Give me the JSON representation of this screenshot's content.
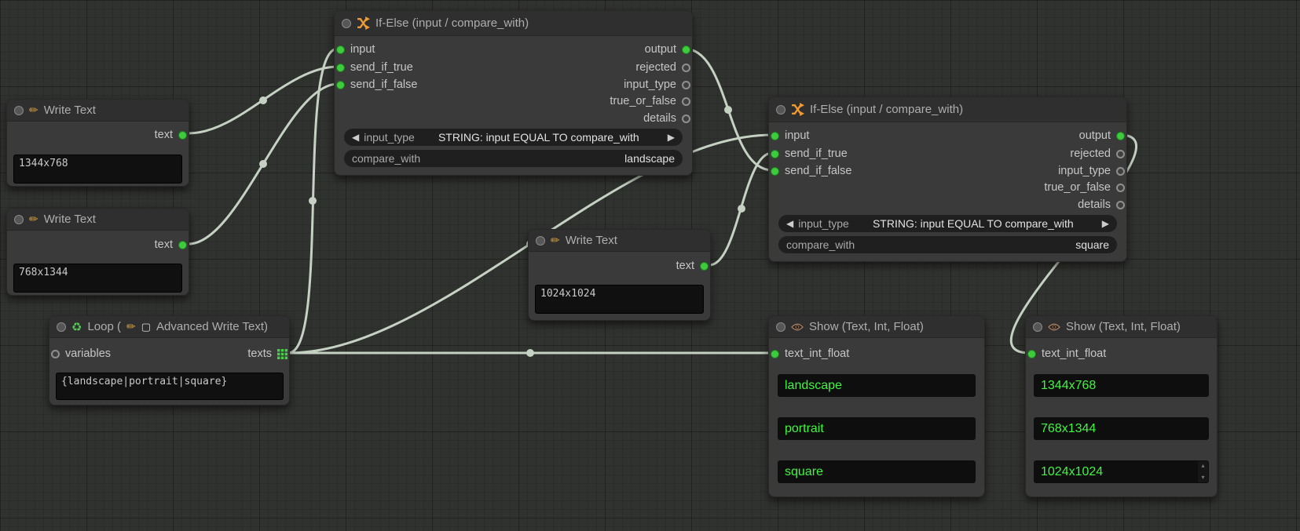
{
  "ui": {
    "combo_prev": "◀",
    "combo_next": "▶",
    "spin_up": "▴",
    "spin_down": "▾",
    "pencil_icon": "✏",
    "recycle_icon": "♻",
    "square_icon": "▢"
  },
  "colors": {
    "link": "#c5d1c2",
    "slot_connected": "#3ecb3e",
    "show_text_green": "#41f541",
    "shuffle_orange": "#ef9b33",
    "node_bg": "#3a3a3a",
    "canvas_bg": "#30322f"
  },
  "nodes": {
    "write1": {
      "title": "Write Text",
      "output": "text",
      "value": "1344x768"
    },
    "write2": {
      "title": "Write Text",
      "output": "text",
      "value": "768x1344"
    },
    "write3": {
      "title": "Write Text",
      "output": "text",
      "value": "1024x1024"
    },
    "if1": {
      "title": "If-Else (input / compare_with)",
      "inputs": [
        "input",
        "send_if_true",
        "send_if_false"
      ],
      "outputs": [
        "output",
        "rejected",
        "input_type",
        "true_or_false",
        "details"
      ],
      "combo": {
        "label": "input_type",
        "value": "STRING: input EQUAL TO compare_with"
      },
      "field": {
        "label": "compare_with",
        "value": "landscape"
      }
    },
    "if2": {
      "title": "If-Else (input / compare_with)",
      "inputs": [
        "input",
        "send_if_true",
        "send_if_false"
      ],
      "outputs": [
        "output",
        "rejected",
        "input_type",
        "true_or_false",
        "details"
      ],
      "combo": {
        "label": "input_type",
        "value": "STRING: input EQUAL TO compare_with"
      },
      "field": {
        "label": "compare_with",
        "value": "square"
      }
    },
    "loop": {
      "title_open": "Loop (",
      "title_close": "Advanced Write Text)",
      "input": "variables",
      "output": "texts",
      "value": "{landscape|portrait|square}"
    },
    "show1": {
      "title": "Show (Text, Int, Float)",
      "input": "text_int_float",
      "values": [
        "landscape",
        "portrait",
        "square"
      ]
    },
    "show2": {
      "title": "Show (Text, Int, Float)",
      "input": "text_int_float",
      "values": [
        "1344x768",
        "768x1344",
        "1024x1024"
      ]
    }
  }
}
